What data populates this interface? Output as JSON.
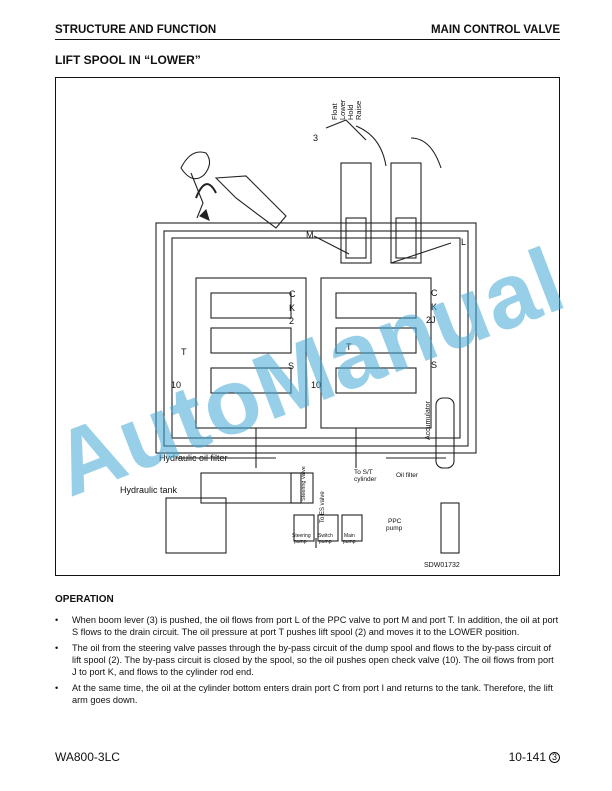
{
  "header": {
    "left": "STRUCTURE AND FUNCTION",
    "right": "MAIN CONTROL VALVE"
  },
  "section_title": "LIFT SPOOL IN “LOWER”",
  "figure": {
    "labels": {
      "float": "Float",
      "lower": "Lower",
      "hold": "Hold",
      "raise": "Raise",
      "callout_3": "3",
      "port_m": "M",
      "port_l": "L",
      "left_c": "C",
      "left_k": "K",
      "left_2": "2",
      "left_t": "T",
      "left_s": "S",
      "left_10": "10",
      "right_c": "C",
      "right_k": "K",
      "right_j": "J",
      "right_2": "2",
      "right_t": "T",
      "right_s": "S",
      "right_10": "10",
      "accumulator": "Accumulator",
      "hydraulic_oil_filter": "Hydraulic oil filter",
      "hydraulic_tank": "Hydraulic tank",
      "to_st_cylinder_1": "To S/T",
      "to_st_cylinder_2": "cylinder",
      "oil_filter": "Oil filter",
      "to_es_valve": "To ES valve",
      "steering_valve": "Steering valve",
      "ppc_pump_1": "PPC",
      "ppc_pump_2": "pump",
      "steering_pump_1": "Steering",
      "steering_pump_2": "pump",
      "switch_pump_1": "Switch",
      "switch_pump_2": "pump",
      "main_pump_1": "Main",
      "main_pump_2": "pump",
      "figure_code": "SDW01732"
    }
  },
  "watermark": "AutoManual",
  "operation": {
    "title": "OPERATION",
    "bullet": "•",
    "items": [
      "When boom lever (3) is pushed, the oil flows from port L of the PPC valve to port M and port T. In addition, the oil at port S flows to the drain circuit. The oil pressure at port T pushes lift spool (2) and moves it to the LOWER position.",
      "The oil from the steering valve passes through the by-pass circuit of the dump spool and flows to the by-pass circuit of lift spool (2). The by-pass circuit is closed by the spool, so the oil pushes open check valve (10). The oil flows from port J to port K, and flows to the cylinder rod end.",
      "At the same time, the oil at the cylinder bottom enters drain port C from port I and returns to the tank. Therefore, the lift arm goes down."
    ]
  },
  "footer": {
    "model": "WA800-3LC",
    "page": "10-141",
    "mark": "3"
  }
}
